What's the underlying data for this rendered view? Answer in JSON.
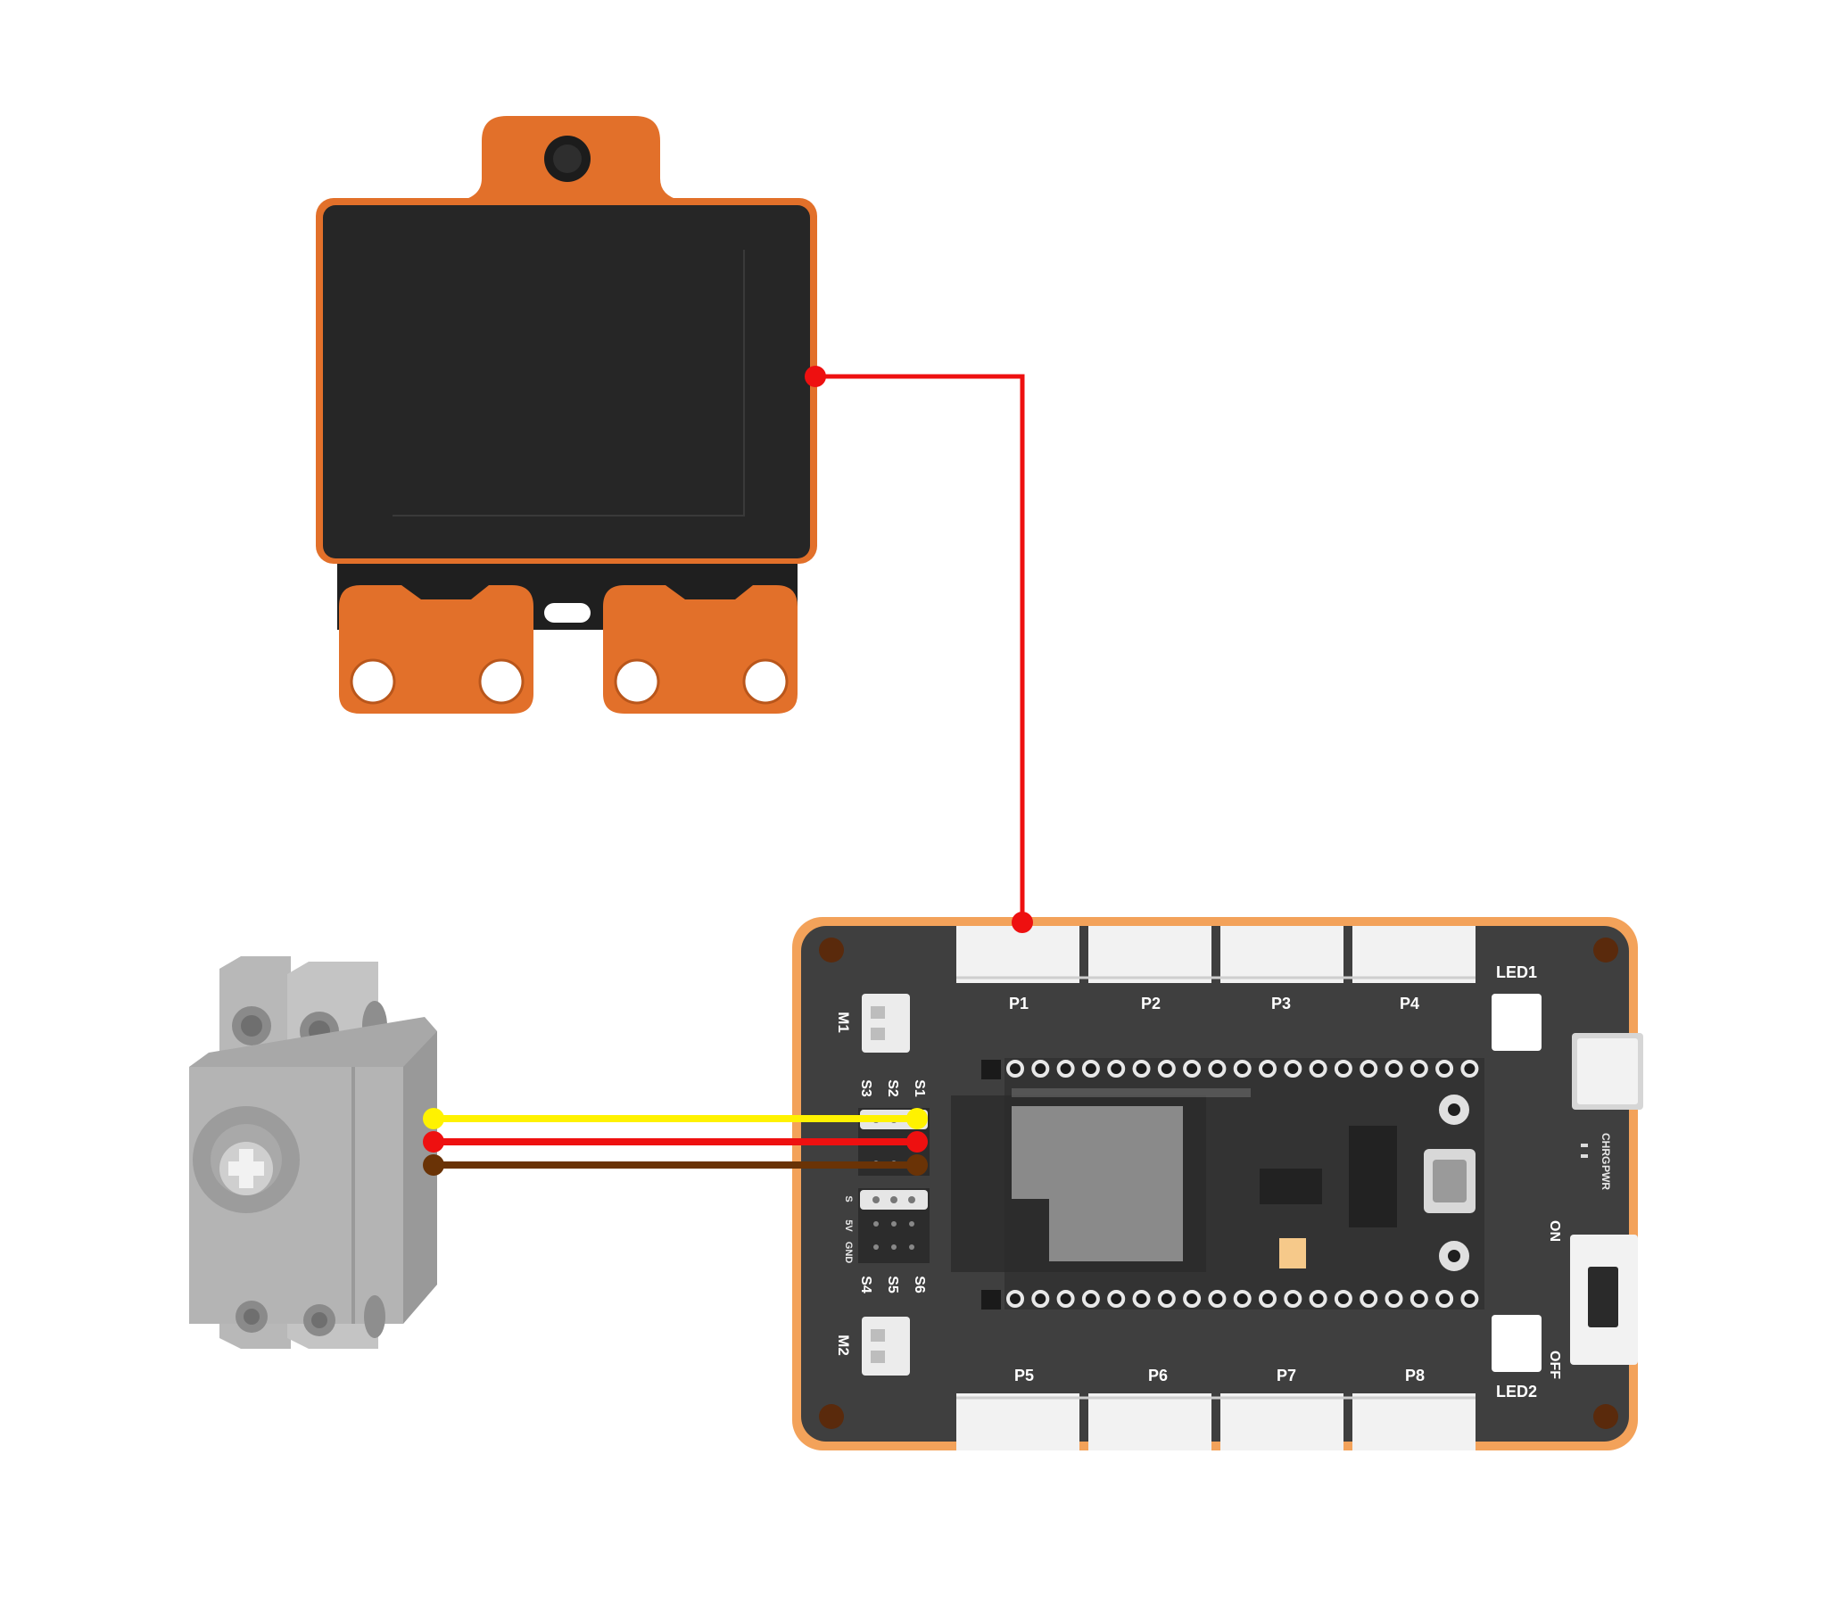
{
  "diagram": {
    "colors": {
      "module_orange": "#E2702A",
      "board_edge_orange": "#F3A25A",
      "board_body": "#3F3F3F",
      "module_face": "#262626",
      "servo_gray": "#A8A8A8",
      "wire_signal": "#FFF200",
      "wire_power": "#EE1010",
      "wire_ground": "#6A3306",
      "wire_data": "#EE1010"
    },
    "components": {
      "display_module": {
        "icon": "sensor-module"
      },
      "servo": {
        "icon": "lego-servo"
      },
      "controller_board": {
        "icon": "esp32-expansion-board"
      }
    },
    "board_labels": {
      "ports_top": [
        "P1",
        "P2",
        "P3",
        "P4"
      ],
      "ports_bottom": [
        "P5",
        "P6",
        "P7",
        "P8"
      ],
      "motor_top": "M1",
      "motor_bottom": "M2",
      "servo_top": [
        "S3",
        "S2",
        "S1"
      ],
      "servo_bottom": [
        "S4",
        "S5",
        "S6"
      ],
      "pin_names": [
        "S",
        "5V",
        "GND"
      ],
      "led_top": "LED1",
      "led_bottom": "LED2",
      "status_chrg": "CHRG",
      "status_pwr": "PWR",
      "switch_on": "ON",
      "switch_off": "OFF"
    },
    "connections": [
      {
        "from": "display_module",
        "to": "P1",
        "color": "#EE1010"
      },
      {
        "from": "servo",
        "to": "S1",
        "wires": [
          "#FFF200",
          "#EE1010",
          "#6A3306"
        ]
      }
    ]
  }
}
